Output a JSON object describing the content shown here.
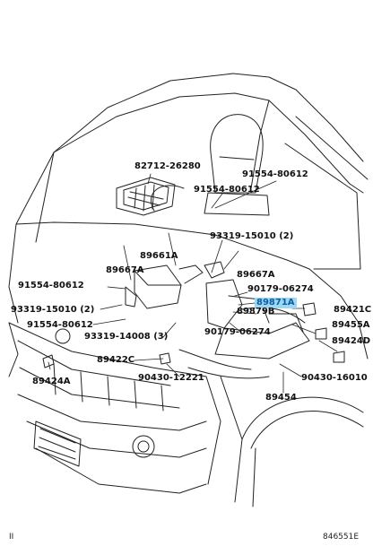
{
  "callouts": {
    "c82712": "82712-26280",
    "c91554_top": "91554-80612",
    "c91554_mid": "91554-80612",
    "c93319_15010_r": "93319-15010 (2)",
    "c89661A": "89661A",
    "c89667A_l": "89667A",
    "c89667A_r": "89667A",
    "c91554_l": "91554-80612",
    "c90179_a": "90179-06274",
    "c89871A": "89871A",
    "c93319_15010_l": "93319-15010 (2)",
    "c89879B": "89879B",
    "c89421C": "89421C",
    "c91554_l2": "91554-80612",
    "c93319_14008": "93319-14008 (3)",
    "c90179_b": "90179-06274",
    "c89455A": "89455A",
    "c89424D": "89424D",
    "c89422C": "89422C",
    "c89424A": "89424A",
    "c90430_12221": "90430-12221",
    "c90430_16010": "90430-16010",
    "c89454": "89454"
  },
  "corner_left": "II",
  "figure_id": "846551E",
  "highlight_color": "#9fd6f2"
}
